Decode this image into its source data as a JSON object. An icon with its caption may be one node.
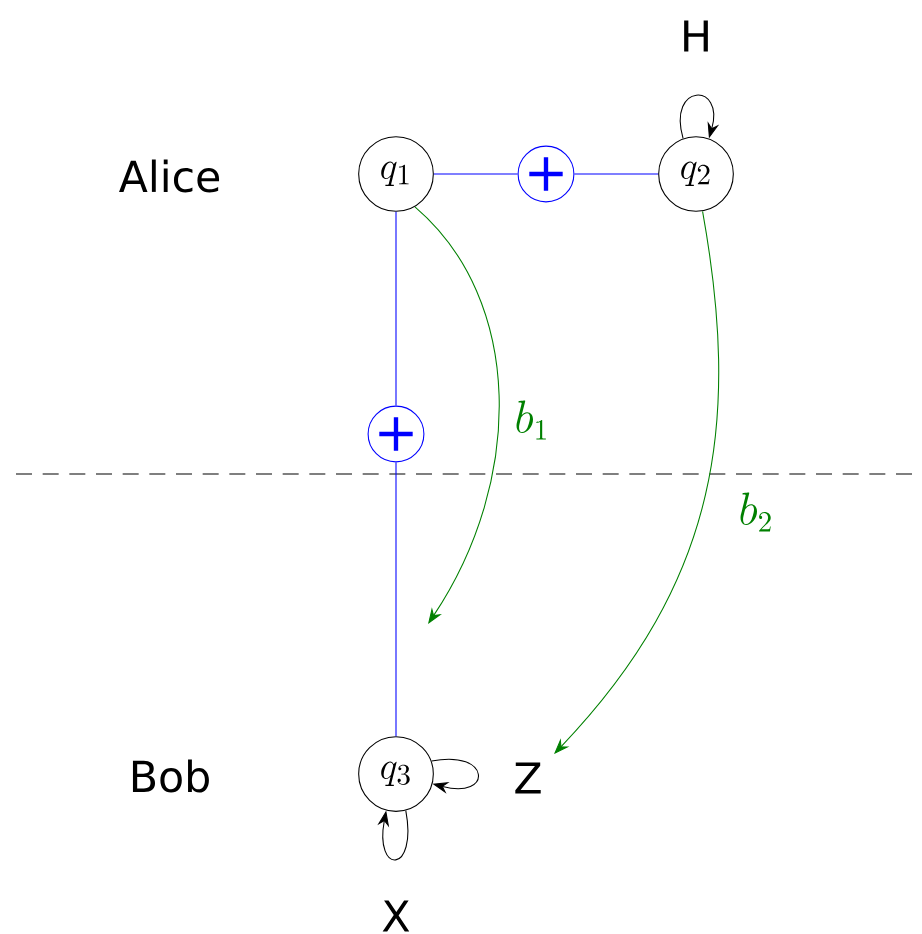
{
  "diagram": {
    "nodes": [
      {
        "text": [
          "q_1"
        ]
      },
      {
        "text": [
          "+"
        ]
      },
      {
        "text": [
          "q_2"
        ]
      },
      {
        "text": [
          "+"
        ]
      },
      {
        "text": [
          "q_3"
        ]
      }
    ],
    "edges": [
      {
        "from": 0,
        "to": 1,
        "arrow": "none",
        "color": "#0000ff"
      },
      {
        "from": 1,
        "to": 2,
        "arrow": "none",
        "color": "#0000ff"
      },
      {
        "from": 0,
        "to": 3,
        "arrow": "none",
        "color": "#0000ff"
      },
      {
        "from": 3,
        "to": 4,
        "arrow": "none",
        "color": "#0000ff"
      },
      {
        "from": 0,
        "to": null,
        "arrow": "to",
        "label": "b_1",
        "color": "#008000"
      },
      {
        "from": 2,
        "to": null,
        "arrow": "to",
        "label": "b_2",
        "color": "#008000"
      },
      {
        "from": 2,
        "to": 2,
        "arrow": "to",
        "label": "H",
        "color": "#000000"
      },
      {
        "from": 4,
        "to": 4,
        "arrow": "to",
        "label": "Z",
        "color": "#000000"
      },
      {
        "from": 4,
        "to": 4,
        "arrow": "to",
        "label": "X",
        "color": "#000000"
      }
    ],
    "labels": [
      "Alice",
      "Bob"
    ]
  }
}
